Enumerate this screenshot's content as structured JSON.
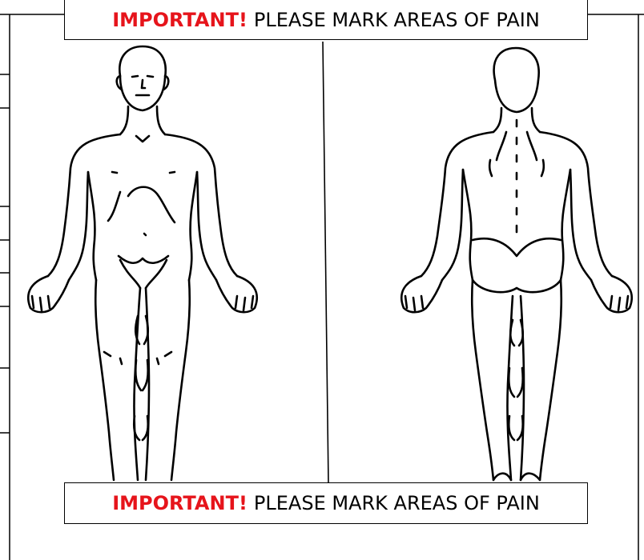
{
  "top_banner": {
    "emphasis": "IMPORTANT!",
    "text": "PLEASE MARK AREAS OF PAIN"
  },
  "bottom_banner": {
    "emphasis": "IMPORTANT!",
    "text": "PLEASE MARK AREAS OF PAIN"
  },
  "colors": {
    "emphasis": "#e6141b",
    "line": "#000000"
  }
}
